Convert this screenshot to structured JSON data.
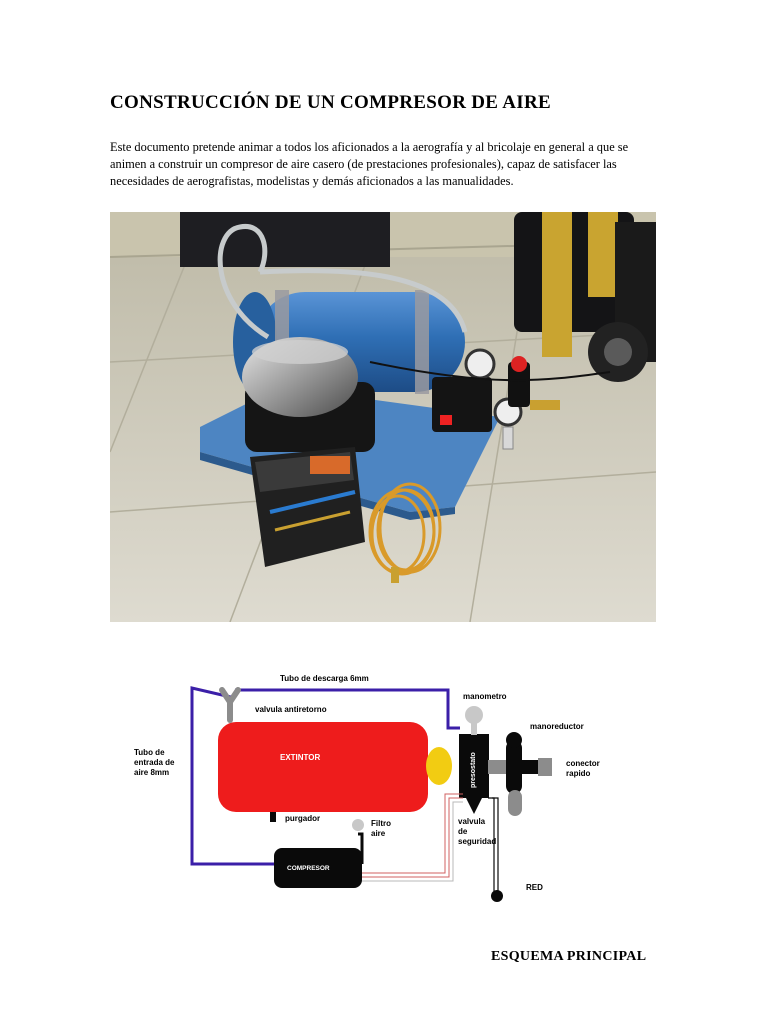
{
  "document": {
    "title": "CONSTRUCCIÓN DE UN COMPRESOR DE AIRE",
    "intro": "Este documento pretende animar a todos los aficionados a la aerografía y al bricolaje en general a que se animen a construir un compresor de aire casero (de prestaciones profesionales), capaz de satisfacer las necesidades de aerografistas, modelistas y demás aficionados a las manualidades.",
    "caption": "ESQUEMA PRINCIPAL"
  },
  "diagram": {
    "labels": {
      "tubo_descarga": "Tubo de descarga 6mm",
      "valvula_antiretorno": "valvula antiretorno",
      "tubo_entrada_1": "Tubo de",
      "tubo_entrada_2": "entrada de",
      "tubo_entrada_3": "aire 8mm",
      "extintor": "EXTINTOR",
      "manometro": "manometro",
      "presostato": "presostato",
      "manoreductor": "manoreductor",
      "conector_1": "conector",
      "conector_2": "rapido",
      "purgador": "purgador",
      "filtro_1": "Filtro",
      "filtro_2": "aire",
      "valvula_seg_1": "valvula",
      "valvula_seg_2": "de",
      "valvula_seg_3": "seguridad",
      "compresor": "COMPRESOR",
      "red": "RED"
    },
    "colors": {
      "tank": "#ee1c1c",
      "pipe": "#3b1fa8",
      "yellow": "#f2cc12",
      "black": "#0a0a0a",
      "gray": "#8c8c8c",
      "light_gray": "#c8c8c8",
      "wire_red": "#d06060"
    }
  },
  "photo": {
    "tank_color": "#2f6fb5",
    "base_color": "#4d85c2",
    "hose_color": "#d99a2a"
  }
}
